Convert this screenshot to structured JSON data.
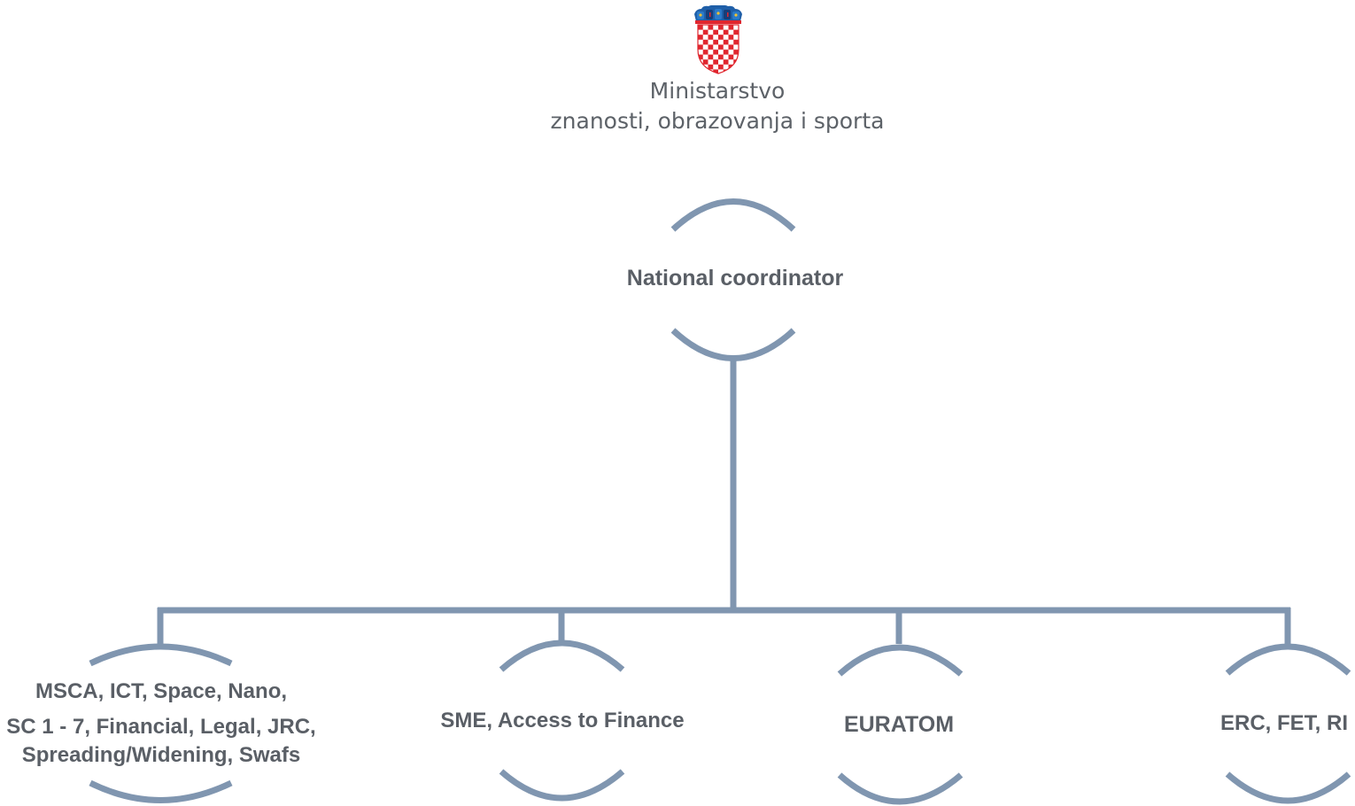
{
  "header": {
    "crest_icon": "croatian-coat-of-arms",
    "ministry_line1": "Ministarstvo",
    "ministry_line2": "znanosti, obrazovanja i sporta"
  },
  "org_chart": {
    "root": {
      "label": "National coordinator"
    },
    "children": [
      {
        "line1": "MSCA, ICT, Space, Nano,",
        "line2": "SC 1 - 7, Financial, Legal, JRC,",
        "line3": "Spreading/Widening, Swafs"
      },
      {
        "line1": "SME, Access to Finance"
      },
      {
        "line1": "EURATOM"
      },
      {
        "line1": "ERC, FET, RI"
      }
    ],
    "colors": {
      "connector": "#8096b0",
      "text": "#5a5f66"
    }
  }
}
